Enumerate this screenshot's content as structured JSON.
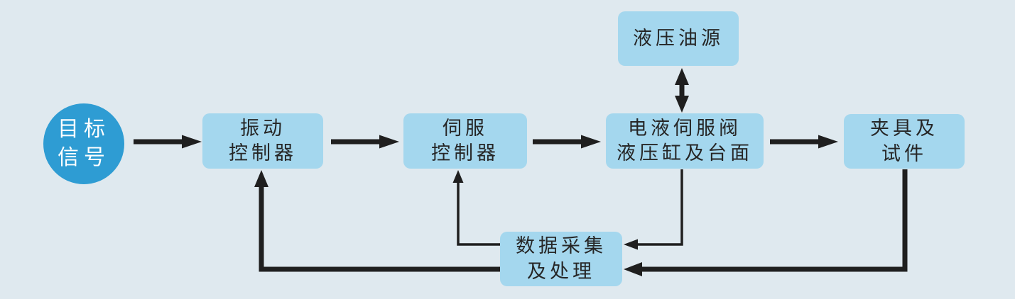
{
  "colors": {
    "background": "#dfe9ef",
    "node_fill": "#a4d7ee",
    "node_text": "#262626",
    "circle_fill": "#2e9cd3",
    "circle_text": "#ffffff",
    "arrow": "#1f1f1f"
  },
  "nodes": {
    "target_signal": {
      "line1": "目标",
      "line2": "信号"
    },
    "vibration_controller": {
      "line1": "振动",
      "line2": "控制器"
    },
    "servo_controller": {
      "line1": "伺服",
      "line2": "控制器"
    },
    "servo_valve_cylinder_table": {
      "line1": "电液伺服阀",
      "line2": "液压缸及台面"
    },
    "fixture_and_specimen": {
      "line1": "夹具及",
      "line2": "试件"
    },
    "hydraulic_oil_source": {
      "line1": "液压油源"
    },
    "data_acquisition_processing": {
      "line1": "数据采集",
      "line2": "及处理"
    }
  },
  "edges": [
    {
      "from": "target_signal",
      "to": "vibration_controller",
      "style": "thick",
      "bidirectional": false
    },
    {
      "from": "vibration_controller",
      "to": "servo_controller",
      "style": "thick",
      "bidirectional": false
    },
    {
      "from": "servo_controller",
      "to": "servo_valve_cylinder_table",
      "style": "thick",
      "bidirectional": false
    },
    {
      "from": "servo_valve_cylinder_table",
      "to": "fixture_and_specimen",
      "style": "thick",
      "bidirectional": false
    },
    {
      "from": "hydraulic_oil_source",
      "to": "servo_valve_cylinder_table",
      "style": "thick",
      "bidirectional": true
    },
    {
      "from": "servo_valve_cylinder_table",
      "to": "data_acquisition_processing",
      "style": "thin",
      "bidirectional": false
    },
    {
      "from": "fixture_and_specimen",
      "to": "data_acquisition_processing",
      "style": "thick",
      "bidirectional": false
    },
    {
      "from": "data_acquisition_processing",
      "to": "servo_controller",
      "style": "thin",
      "bidirectional": false
    },
    {
      "from": "data_acquisition_processing",
      "to": "vibration_controller",
      "style": "thick",
      "bidirectional": false
    }
  ]
}
